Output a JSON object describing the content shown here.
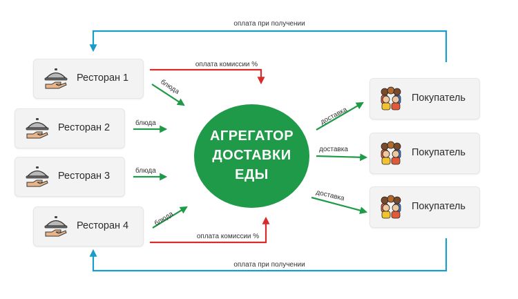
{
  "hub": {
    "lines": [
      "АГРЕГАТОР",
      "ДОСТАВКИ",
      "ЕДЫ"
    ]
  },
  "restaurants": [
    {
      "label": "Ресторан 1"
    },
    {
      "label": "Ресторан 2"
    },
    {
      "label": "Ресторан 3"
    },
    {
      "label": "Ресторан 4"
    }
  ],
  "customers": [
    {
      "label": "Покупатель"
    },
    {
      "label": "Покупатель"
    },
    {
      "label": "Покупатель"
    }
  ],
  "flows": {
    "payment_on_receipt_top": "оплата при получении",
    "payment_on_receipt_bottom": "оплата при получении",
    "commission_top": "оплата комиссии %",
    "commission_bottom": "оплата комиссии %",
    "dishes": [
      "блюда",
      "блюда",
      "блюда",
      "блюда"
    ],
    "delivery": [
      "доставка",
      "доставка",
      "доставка"
    ]
  },
  "colors": {
    "hub": "#1e9a48",
    "goods_arrow": "#1e9a48",
    "commission_arrow": "#d92b2b",
    "payment_arrow": "#1a9bc9",
    "box_bg": "#f3f3f3"
  },
  "icons": {
    "restaurant": "cloche-on-hand-icon",
    "customer": "people-group-icon"
  }
}
